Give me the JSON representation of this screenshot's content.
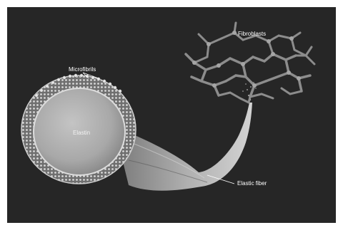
{
  "figure": {
    "labels": {
      "microfibrils": "Microfibrils",
      "fibroblasts": "Fibroblasts",
      "elastin": "Elastin",
      "elastic_fiber": "Elastic fiber"
    },
    "colors": {
      "background": "#262626",
      "frame": "#ffffff",
      "elastin_core": "#b0b0b0",
      "fiber": "#9a9a9a",
      "fibroblast": "#8e8e8e",
      "label": "#ffffff"
    }
  }
}
